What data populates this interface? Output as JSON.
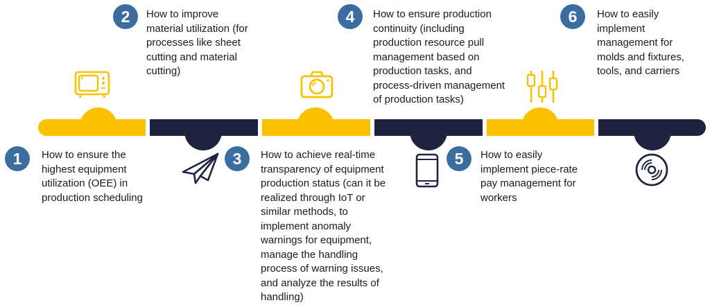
{
  "colors": {
    "accent_yellow": "#F9C100",
    "dark_navy": "#1E2340",
    "badge_blue": "#3B6DA1"
  },
  "steps": [
    {
      "number": "1",
      "text": "How to ensure the\nhighest equipment\nutilization (OEE) in\nproduction scheduling",
      "icon": "tv-icon"
    },
    {
      "number": "2",
      "text": "How to improve\nmaterial utilization (for\nprocesses like sheet\ncutting and material\ncutting)",
      "icon": "paper-plane-icon"
    },
    {
      "number": "3",
      "text": "How to achieve real-time\ntransparency of equipment\nproduction status (can it be\nrealized through IoT or\nsimilar methods, to\nimplement anomaly\nwarnings for equipment,\nmanage the handling\nprocess of warning issues,\nand analyze the results of\nhandling)",
      "icon": "camera-icon"
    },
    {
      "number": "4",
      "text": "How to ensure production\ncontinuity (including\nproduction resource pull\nmanagement based on\nproduction tasks, and\nprocess-driven management\nof production tasks)",
      "icon": "tablet-icon"
    },
    {
      "number": "5",
      "text": "How to easily\nimplement piece-rate\npay management for\nworkers",
      "icon": "sliders-icon"
    },
    {
      "number": "6",
      "text": "How to easily\nimplement\nmanagement for\nmolds and fixtures,\ntools, and carriers",
      "icon": "disc-icon"
    }
  ]
}
